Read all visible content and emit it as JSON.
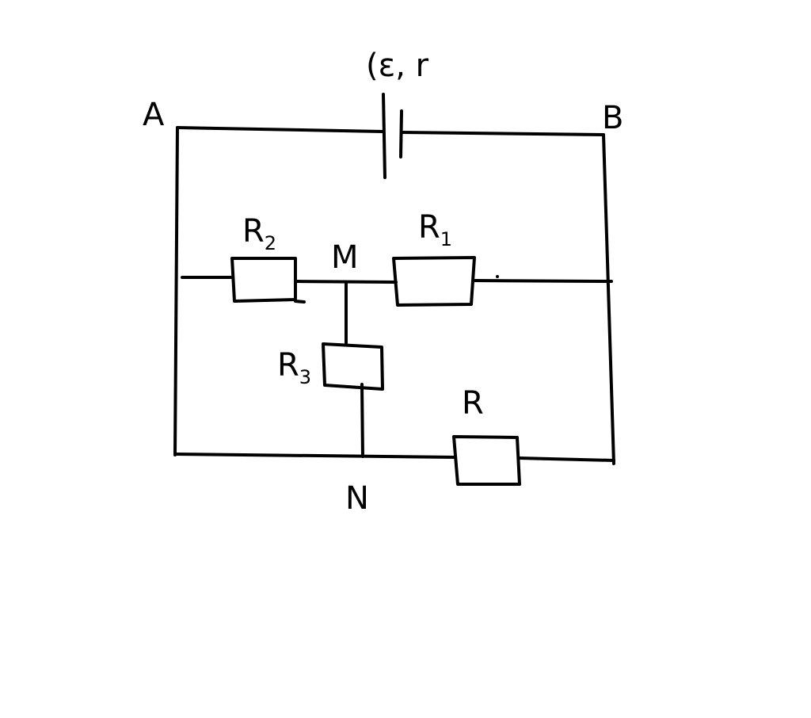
{
  "colors": {
    "stroke": "#000000",
    "background": "#ffffff"
  },
  "labels": {
    "node_a": "A",
    "node_b": "B",
    "node_m": "M",
    "node_n": "N",
    "source": "(ε, r",
    "r1_main": "R",
    "r1_sub": "1",
    "r2_main": "R",
    "r2_sub": "2",
    "r3_main": "R",
    "r3_sub": "3",
    "r_main": "R"
  }
}
